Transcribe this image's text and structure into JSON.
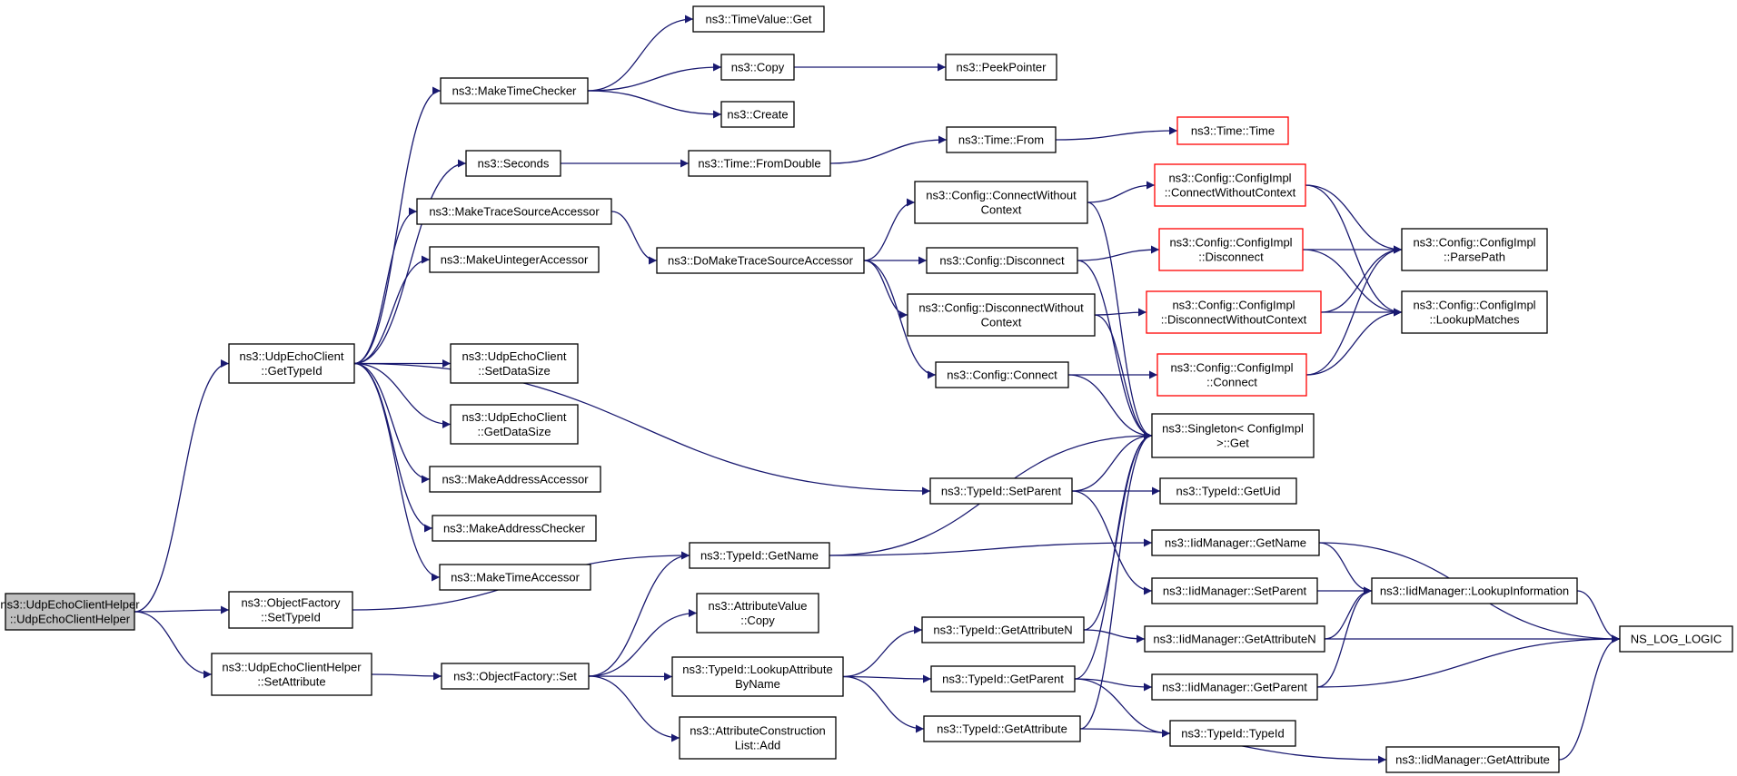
{
  "colors": {
    "edge": "#191970",
    "truncated_border": "#ff0000",
    "root_fill": "#bfbfbf",
    "node_border": "#000000"
  },
  "nodes": [
    {
      "id": "root",
      "lines": [
        "ns3::UdpEchoClientHelper",
        "::UdpEchoClientHelper"
      ],
      "style": "root"
    },
    {
      "id": "getTypeId",
      "lines": [
        "ns3::UdpEchoClient",
        "::GetTypeId"
      ]
    },
    {
      "id": "ofSetTypeId",
      "lines": [
        "ns3::ObjectFactory",
        "::SetTypeId"
      ]
    },
    {
      "id": "helperSetAttr",
      "lines": [
        "ns3::UdpEchoClientHelper",
        "::SetAttribute"
      ]
    },
    {
      "id": "makeTimeChecker",
      "lines": [
        "ns3::MakeTimeChecker"
      ]
    },
    {
      "id": "seconds",
      "lines": [
        "ns3::Seconds"
      ]
    },
    {
      "id": "makeTraceSrcAcc",
      "lines": [
        "ns3::MakeTraceSourceAccessor"
      ]
    },
    {
      "id": "makeUintAcc",
      "lines": [
        "ns3::MakeUintegerAccessor"
      ]
    },
    {
      "id": "setDataSize",
      "lines": [
        "ns3::UdpEchoClient",
        "::SetDataSize"
      ]
    },
    {
      "id": "getDataSize",
      "lines": [
        "ns3::UdpEchoClient",
        "::GetDataSize"
      ]
    },
    {
      "id": "makeAddrAcc",
      "lines": [
        "ns3::MakeAddressAccessor"
      ]
    },
    {
      "id": "makeAddrChk",
      "lines": [
        "ns3::MakeAddressChecker"
      ]
    },
    {
      "id": "makeTimeAcc",
      "lines": [
        "ns3::MakeTimeAccessor"
      ]
    },
    {
      "id": "ofSet",
      "lines": [
        "ns3::ObjectFactory::Set"
      ]
    },
    {
      "id": "timeValueGet",
      "lines": [
        "ns3::TimeValue::Get"
      ]
    },
    {
      "id": "copy",
      "lines": [
        "ns3::Copy"
      ]
    },
    {
      "id": "create",
      "lines": [
        "ns3::Create"
      ]
    },
    {
      "id": "timeFromDouble",
      "lines": [
        "ns3::Time::FromDouble"
      ]
    },
    {
      "id": "doMakeTSA",
      "lines": [
        "ns3::DoMakeTraceSourceAccessor"
      ]
    },
    {
      "id": "typeIdGetName",
      "lines": [
        "ns3::TypeId::GetName"
      ]
    },
    {
      "id": "attrValueCopy",
      "lines": [
        "ns3::AttributeValue",
        "::Copy"
      ]
    },
    {
      "id": "lookupAttrByName",
      "lines": [
        "ns3::TypeId::LookupAttribute",
        "ByName"
      ]
    },
    {
      "id": "attrConstrListAdd",
      "lines": [
        "ns3::AttributeConstruction",
        "List::Add"
      ]
    },
    {
      "id": "peekPointer",
      "lines": [
        "ns3::PeekPointer"
      ]
    },
    {
      "id": "timeFrom",
      "lines": [
        "ns3::Time::From"
      ]
    },
    {
      "id": "cfgConnectWithoutCtx",
      "lines": [
        "ns3::Config::ConnectWithout",
        "Context"
      ]
    },
    {
      "id": "cfgDisconnect",
      "lines": [
        "ns3::Config::Disconnect"
      ]
    },
    {
      "id": "cfgDisconnectWithoutCtx",
      "lines": [
        "ns3::Config::DisconnectWithout",
        "Context"
      ]
    },
    {
      "id": "cfgConnect",
      "lines": [
        "ns3::Config::Connect"
      ]
    },
    {
      "id": "typeIdSetParent",
      "lines": [
        "ns3::TypeId::SetParent"
      ]
    },
    {
      "id": "typeIdGetAttributeN",
      "lines": [
        "ns3::TypeId::GetAttributeN"
      ]
    },
    {
      "id": "typeIdGetParent",
      "lines": [
        "ns3::TypeId::GetParent"
      ]
    },
    {
      "id": "typeIdGetAttribute",
      "lines": [
        "ns3::TypeId::GetAttribute"
      ]
    },
    {
      "id": "timeTime",
      "lines": [
        "ns3::Time::Time"
      ],
      "style": "truncated"
    },
    {
      "id": "ciConnectWithoutCtx",
      "lines": [
        "ns3::Config::ConfigImpl",
        "::ConnectWithoutContext"
      ],
      "style": "truncated"
    },
    {
      "id": "ciDisconnect",
      "lines": [
        "ns3::Config::ConfigImpl",
        "::Disconnect"
      ],
      "style": "truncated"
    },
    {
      "id": "ciDisconnectWithoutCtx",
      "lines": [
        "ns3::Config::ConfigImpl",
        "::DisconnectWithoutContext"
      ],
      "style": "truncated"
    },
    {
      "id": "ciConnect",
      "lines": [
        "ns3::Config::ConfigImpl",
        "::Connect"
      ],
      "style": "truncated"
    },
    {
      "id": "singletonGet",
      "lines": [
        "ns3::Singleton< ConfigImpl",
        ">::Get"
      ]
    },
    {
      "id": "typeIdGetUid",
      "lines": [
        "ns3::TypeId::GetUid"
      ]
    },
    {
      "id": "iidGetName",
      "lines": [
        "ns3::IidManager::GetName"
      ]
    },
    {
      "id": "iidSetParent",
      "lines": [
        "ns3::IidManager::SetParent"
      ]
    },
    {
      "id": "iidGetAttributeN",
      "lines": [
        "ns3::IidManager::GetAttributeN"
      ]
    },
    {
      "id": "iidGetParent",
      "lines": [
        "ns3::IidManager::GetParent"
      ]
    },
    {
      "id": "typeIdTypeId",
      "lines": [
        "ns3::TypeId::TypeId"
      ]
    },
    {
      "id": "iidGetAttribute",
      "lines": [
        "ns3::IidManager::GetAttribute"
      ]
    },
    {
      "id": "ciParsePath",
      "lines": [
        "ns3::Config::ConfigImpl",
        "::ParsePath"
      ]
    },
    {
      "id": "ciLookupMatches",
      "lines": [
        "ns3::Config::ConfigImpl",
        "::LookupMatches"
      ]
    },
    {
      "id": "iidLookupInformation",
      "lines": [
        "ns3::IidManager::LookupInformation"
      ]
    },
    {
      "id": "nsLogLogic",
      "lines": [
        "NS_LOG_LOGIC"
      ]
    }
  ],
  "edges": [
    [
      "root",
      "getTypeId"
    ],
    [
      "root",
      "ofSetTypeId"
    ],
    [
      "root",
      "helperSetAttr"
    ],
    [
      "getTypeId",
      "makeTimeChecker"
    ],
    [
      "getTypeId",
      "seconds"
    ],
    [
      "getTypeId",
      "makeTraceSrcAcc"
    ],
    [
      "getTypeId",
      "makeUintAcc"
    ],
    [
      "getTypeId",
      "setDataSize"
    ],
    [
      "getTypeId",
      "getDataSize"
    ],
    [
      "getTypeId",
      "makeAddrAcc"
    ],
    [
      "getTypeId",
      "makeAddrChk"
    ],
    [
      "getTypeId",
      "makeTimeAcc"
    ],
    [
      "getTypeId",
      "typeIdSetParent"
    ],
    [
      "ofSetTypeId",
      "typeIdGetName"
    ],
    [
      "helperSetAttr",
      "ofSet"
    ],
    [
      "makeTimeChecker",
      "timeValueGet"
    ],
    [
      "makeTimeChecker",
      "copy"
    ],
    [
      "makeTimeChecker",
      "create"
    ],
    [
      "seconds",
      "timeFromDouble"
    ],
    [
      "makeTraceSrcAcc",
      "doMakeTSA"
    ],
    [
      "ofSet",
      "typeIdGetName"
    ],
    [
      "ofSet",
      "attrValueCopy"
    ],
    [
      "ofSet",
      "lookupAttrByName"
    ],
    [
      "ofSet",
      "attrConstrListAdd"
    ],
    [
      "copy",
      "peekPointer"
    ],
    [
      "timeFromDouble",
      "timeFrom"
    ],
    [
      "doMakeTSA",
      "cfgConnectWithoutCtx"
    ],
    [
      "doMakeTSA",
      "cfgDisconnect"
    ],
    [
      "doMakeTSA",
      "cfgDisconnectWithoutCtx"
    ],
    [
      "doMakeTSA",
      "cfgConnect"
    ],
    [
      "typeIdGetName",
      "singletonGet"
    ],
    [
      "typeIdGetName",
      "iidGetName"
    ],
    [
      "lookupAttrByName",
      "typeIdGetAttributeN"
    ],
    [
      "lookupAttrByName",
      "typeIdGetParent"
    ],
    [
      "lookupAttrByName",
      "typeIdGetAttribute"
    ],
    [
      "timeFrom",
      "timeTime"
    ],
    [
      "cfgConnectWithoutCtx",
      "ciConnectWithoutCtx"
    ],
    [
      "cfgConnectWithoutCtx",
      "singletonGet"
    ],
    [
      "cfgDisconnect",
      "ciDisconnect"
    ],
    [
      "cfgDisconnect",
      "singletonGet"
    ],
    [
      "cfgDisconnectWithoutCtx",
      "ciDisconnectWithoutCtx"
    ],
    [
      "cfgDisconnectWithoutCtx",
      "singletonGet"
    ],
    [
      "cfgConnect",
      "ciConnect"
    ],
    [
      "cfgConnect",
      "singletonGet"
    ],
    [
      "typeIdSetParent",
      "singletonGet"
    ],
    [
      "typeIdSetParent",
      "typeIdGetUid"
    ],
    [
      "typeIdSetParent",
      "iidSetParent"
    ],
    [
      "typeIdGetAttributeN",
      "singletonGet"
    ],
    [
      "typeIdGetAttributeN",
      "iidGetAttributeN"
    ],
    [
      "typeIdGetParent",
      "singletonGet"
    ],
    [
      "typeIdGetParent",
      "iidGetParent"
    ],
    [
      "typeIdGetParent",
      "typeIdTypeId"
    ],
    [
      "typeIdGetAttribute",
      "singletonGet"
    ],
    [
      "typeIdGetAttribute",
      "iidGetAttribute"
    ],
    [
      "ciConnectWithoutCtx",
      "ciParsePath"
    ],
    [
      "ciConnectWithoutCtx",
      "ciLookupMatches"
    ],
    [
      "ciDisconnect",
      "ciParsePath"
    ],
    [
      "ciDisconnect",
      "ciLookupMatches"
    ],
    [
      "ciDisconnectWithoutCtx",
      "ciParsePath"
    ],
    [
      "ciDisconnectWithoutCtx",
      "ciLookupMatches"
    ],
    [
      "ciConnect",
      "ciParsePath"
    ],
    [
      "ciConnect",
      "ciLookupMatches"
    ],
    [
      "iidGetName",
      "iidLookupInformation"
    ],
    [
      "iidGetName",
      "nsLogLogic"
    ],
    [
      "iidSetParent",
      "iidLookupInformation"
    ],
    [
      "iidGetAttributeN",
      "iidLookupInformation"
    ],
    [
      "iidGetAttributeN",
      "nsLogLogic"
    ],
    [
      "iidGetParent",
      "iidLookupInformation"
    ],
    [
      "iidGetParent",
      "nsLogLogic"
    ],
    [
      "iidGetAttribute",
      "nsLogLogic"
    ],
    [
      "iidLookupInformation",
      "nsLogLogic"
    ]
  ]
}
